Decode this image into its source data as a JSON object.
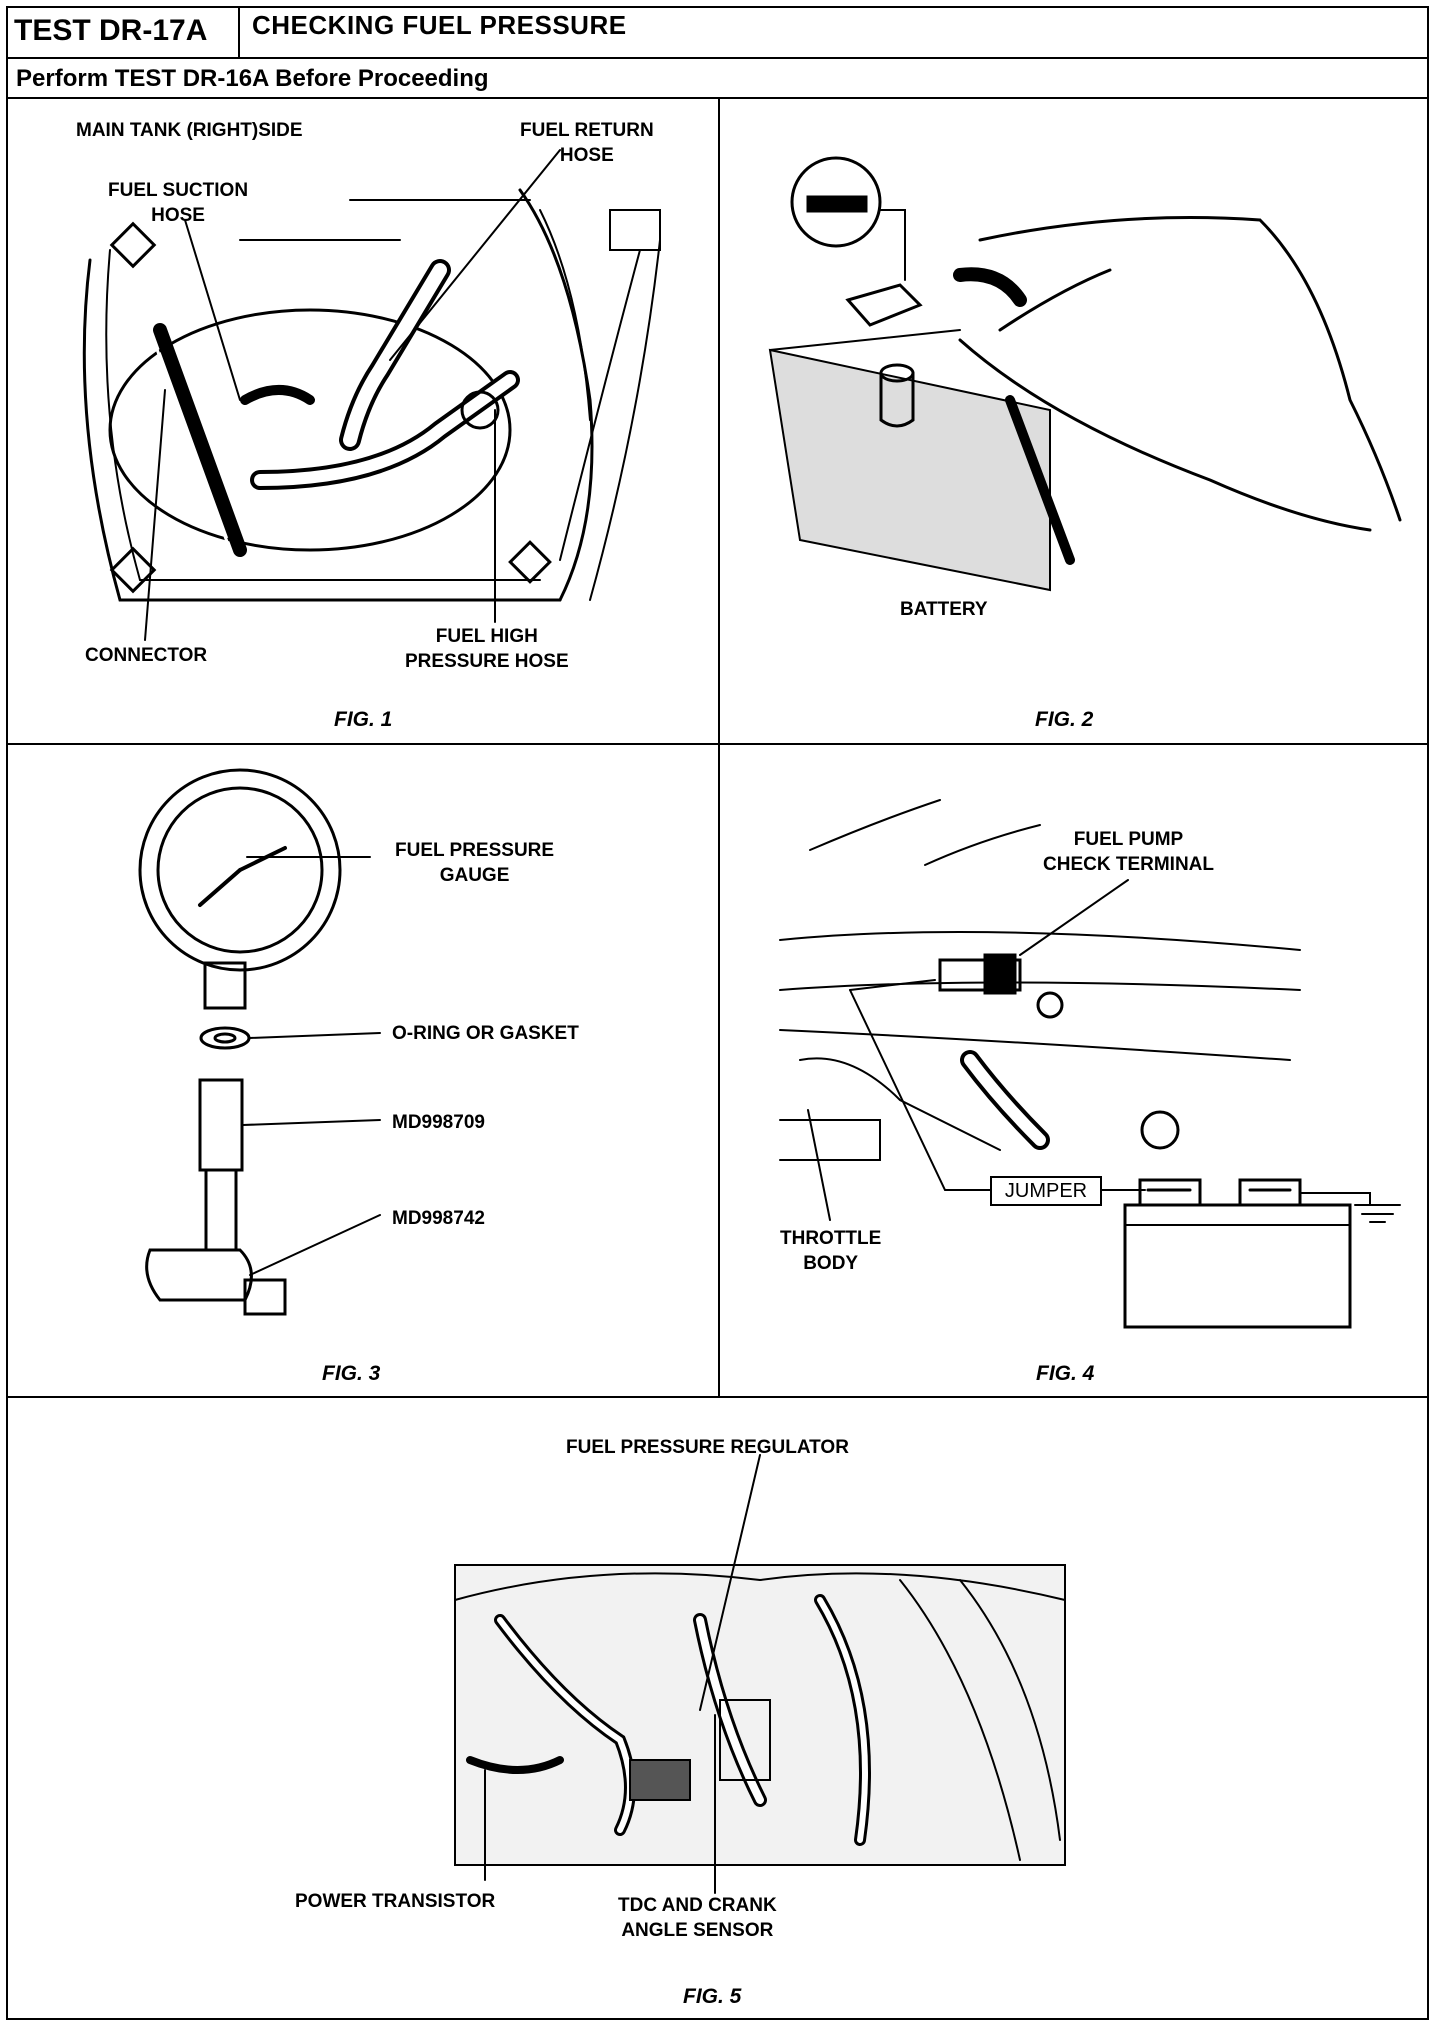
{
  "header": {
    "test_id": "TEST DR-17A",
    "title": "CHECKING FUEL PRESSURE",
    "prerequisite": "Perform TEST DR-16A Before Proceeding"
  },
  "fig1": {
    "caption": "FIG. 1",
    "main_tank": "MAIN TANK (RIGHT)SIDE",
    "return_hose_1": "FUEL RETURN",
    "return_hose_2": "HOSE",
    "suction_hose_1": "FUEL SUCTION",
    "suction_hose_2": "HOSE",
    "connector": "CONNECTOR",
    "high_pressure_1": "FUEL HIGH",
    "high_pressure_2": "PRESSURE HOSE"
  },
  "fig2": {
    "caption": "FIG. 2",
    "battery": "BATTERY"
  },
  "fig3": {
    "caption": "FIG. 3",
    "gauge_1": "FUEL PRESSURE",
    "gauge_2": "GAUGE",
    "oring": "O-RING OR GASKET",
    "part1": "MD998709",
    "part2": "MD998742"
  },
  "fig4": {
    "caption": "FIG. 4",
    "terminal_1": "FUEL PUMP",
    "terminal_2": "CHECK TERMINAL",
    "jumper": "JUMPER",
    "throttle_1": "THROTTLE",
    "throttle_2": "BODY"
  },
  "fig5": {
    "caption": "FIG. 5",
    "regulator": "FUEL PRESSURE REGULATOR",
    "transistor": "POWER TRANSISTOR",
    "sensor_1": "TDC AND CRANK",
    "sensor_2": "ANGLE SENSOR"
  }
}
